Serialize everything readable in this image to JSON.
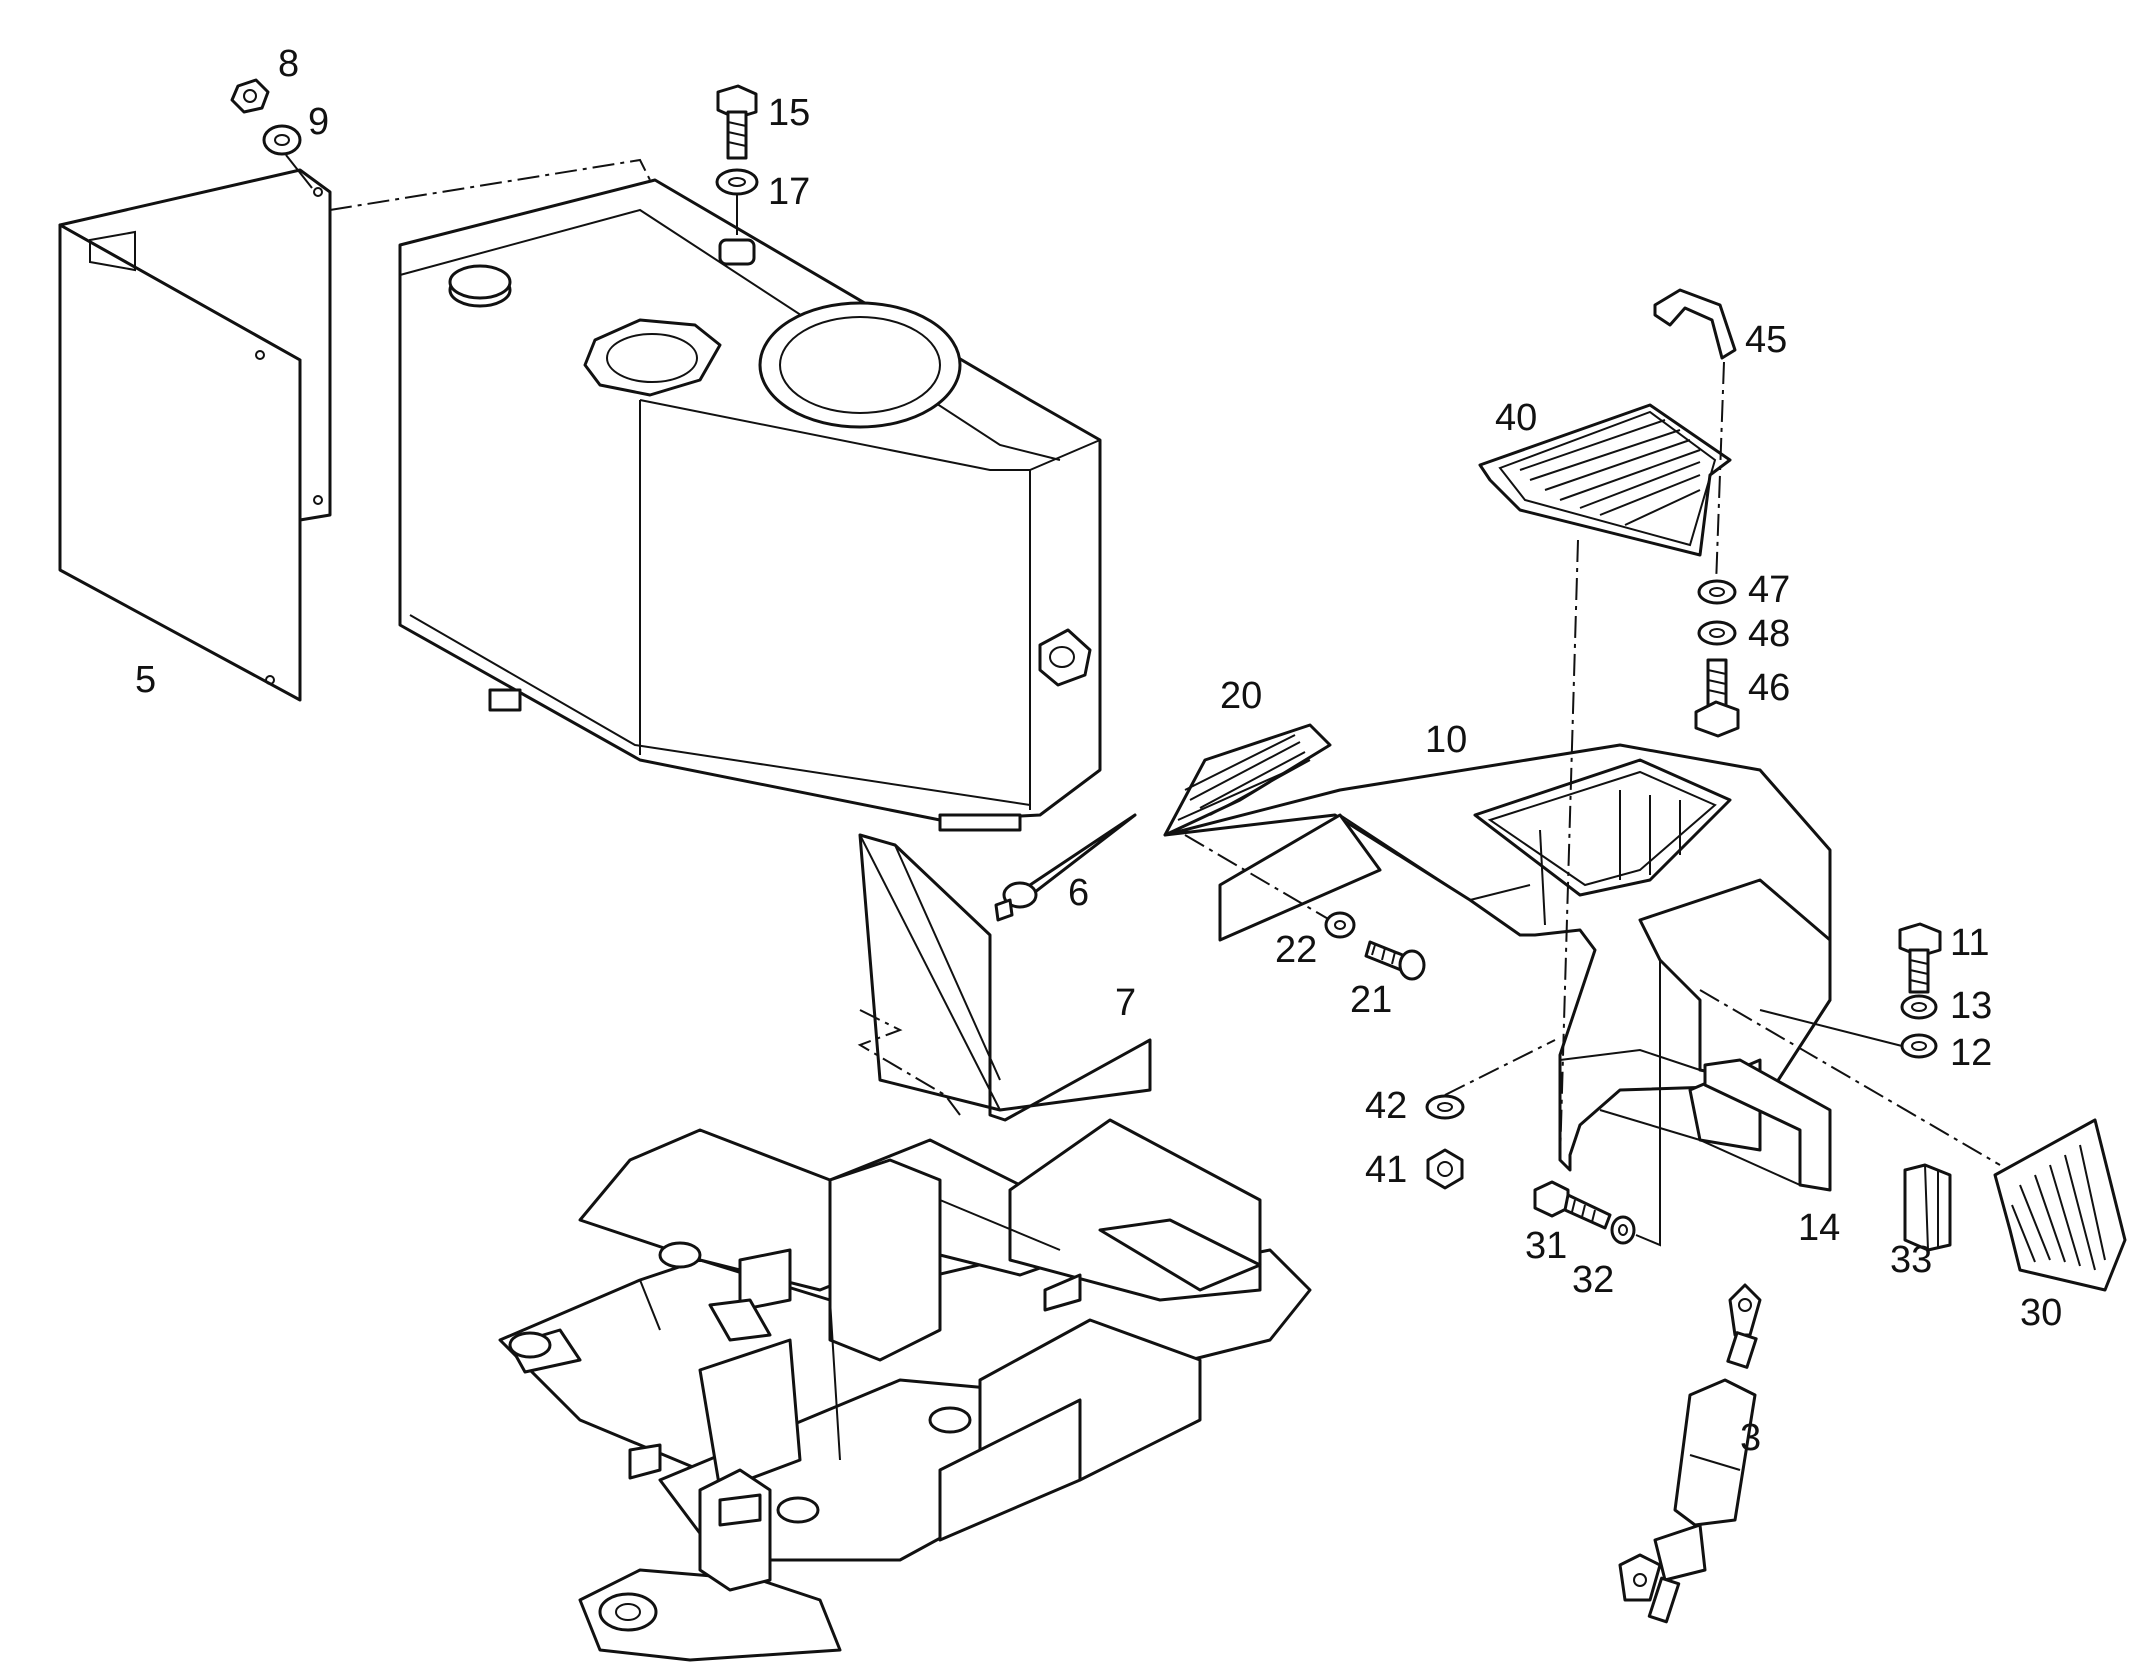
{
  "callouts": [
    {
      "id": "p8",
      "text": "8"
    },
    {
      "id": "p9",
      "text": "9"
    },
    {
      "id": "p5",
      "text": "5"
    },
    {
      "id": "p15",
      "text": "15"
    },
    {
      "id": "p17",
      "text": "17"
    },
    {
      "id": "p45",
      "text": "45"
    },
    {
      "id": "p40",
      "text": "40"
    },
    {
      "id": "p47",
      "text": "47"
    },
    {
      "id": "p48",
      "text": "48"
    },
    {
      "id": "p46",
      "text": "46"
    },
    {
      "id": "p20",
      "text": "20"
    },
    {
      "id": "p10",
      "text": "10"
    },
    {
      "id": "p6",
      "text": "6"
    },
    {
      "id": "p22",
      "text": "22"
    },
    {
      "id": "p21",
      "text": "21"
    },
    {
      "id": "p7",
      "text": "7"
    },
    {
      "id": "p11",
      "text": "11"
    },
    {
      "id": "p13",
      "text": "13"
    },
    {
      "id": "p12",
      "text": "12"
    },
    {
      "id": "p42",
      "text": "42"
    },
    {
      "id": "p41",
      "text": "41"
    },
    {
      "id": "p31",
      "text": "31"
    },
    {
      "id": "p32",
      "text": "32"
    },
    {
      "id": "p14",
      "text": "14"
    },
    {
      "id": "p33",
      "text": "33"
    },
    {
      "id": "p30",
      "text": "30"
    },
    {
      "id": "p3",
      "text": "3"
    }
  ]
}
